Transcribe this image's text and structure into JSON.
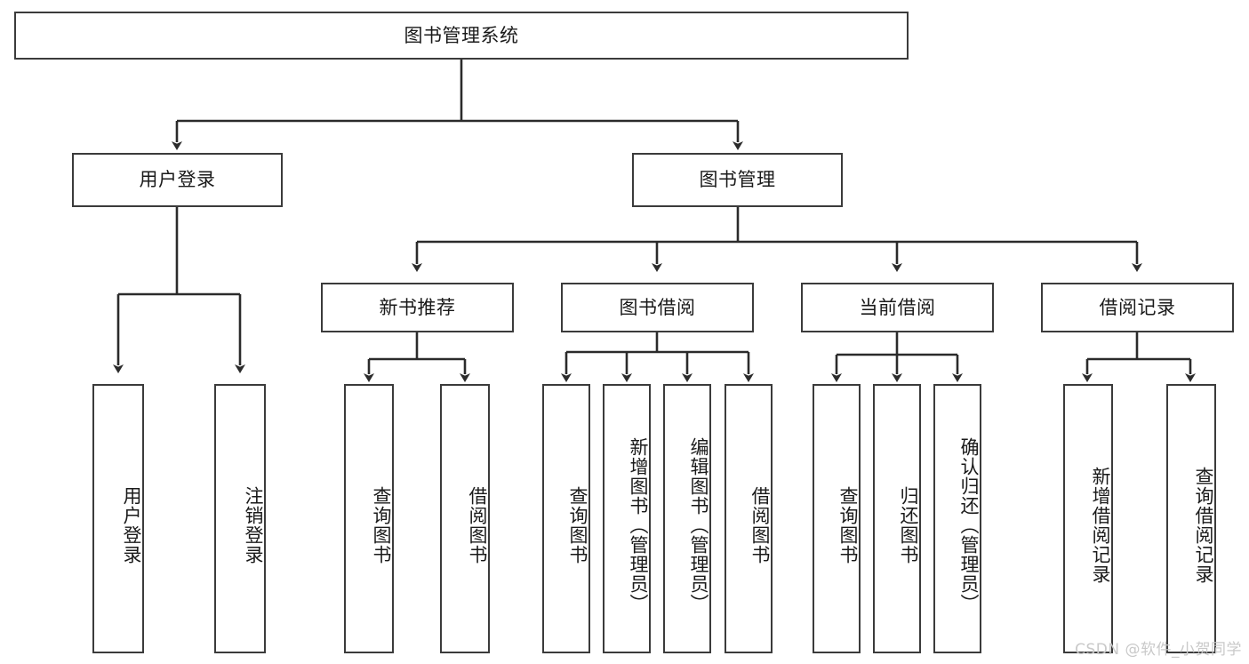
{
  "diagram": {
    "title": "图书管理系统",
    "type": "tree-hierarchy-diagram",
    "colors": {
      "box_stroke": "#3b3b3b",
      "box_fill": "#ffffff",
      "edge_stroke": "#2b2b2b",
      "text": "#1a1a1a",
      "watermark": "#c9c9c9",
      "background": "#ffffff"
    },
    "root": {
      "label": "图书管理系统"
    },
    "level2": [
      {
        "label": "用户登录"
      },
      {
        "label": "图书管理"
      }
    ],
    "level3": [
      {
        "label": "新书推荐"
      },
      {
        "label": "图书借阅"
      },
      {
        "label": "当前借阅"
      },
      {
        "label": "借阅记录"
      }
    ],
    "leaves": {
      "user_login": [
        {
          "label": "用户登录"
        },
        {
          "label": "注销登录"
        }
      ],
      "new_book_recommend": [
        {
          "label": "查询图书"
        },
        {
          "label": "借阅图书"
        }
      ],
      "book_borrow": [
        {
          "label": "查询图书"
        },
        {
          "label": "新增图书（管理员）"
        },
        {
          "label": "编辑图书（管理员）"
        },
        {
          "label": "借阅图书"
        }
      ],
      "current_borrow": [
        {
          "label": "查询图书"
        },
        {
          "label": "归还图书"
        },
        {
          "label": "确认归还（管理员）"
        }
      ],
      "borrow_record": [
        {
          "label": "新增借阅记录"
        },
        {
          "label": "查询借阅记录"
        }
      ]
    }
  },
  "watermark": {
    "text": "CSDN @软件_小贺同学"
  }
}
